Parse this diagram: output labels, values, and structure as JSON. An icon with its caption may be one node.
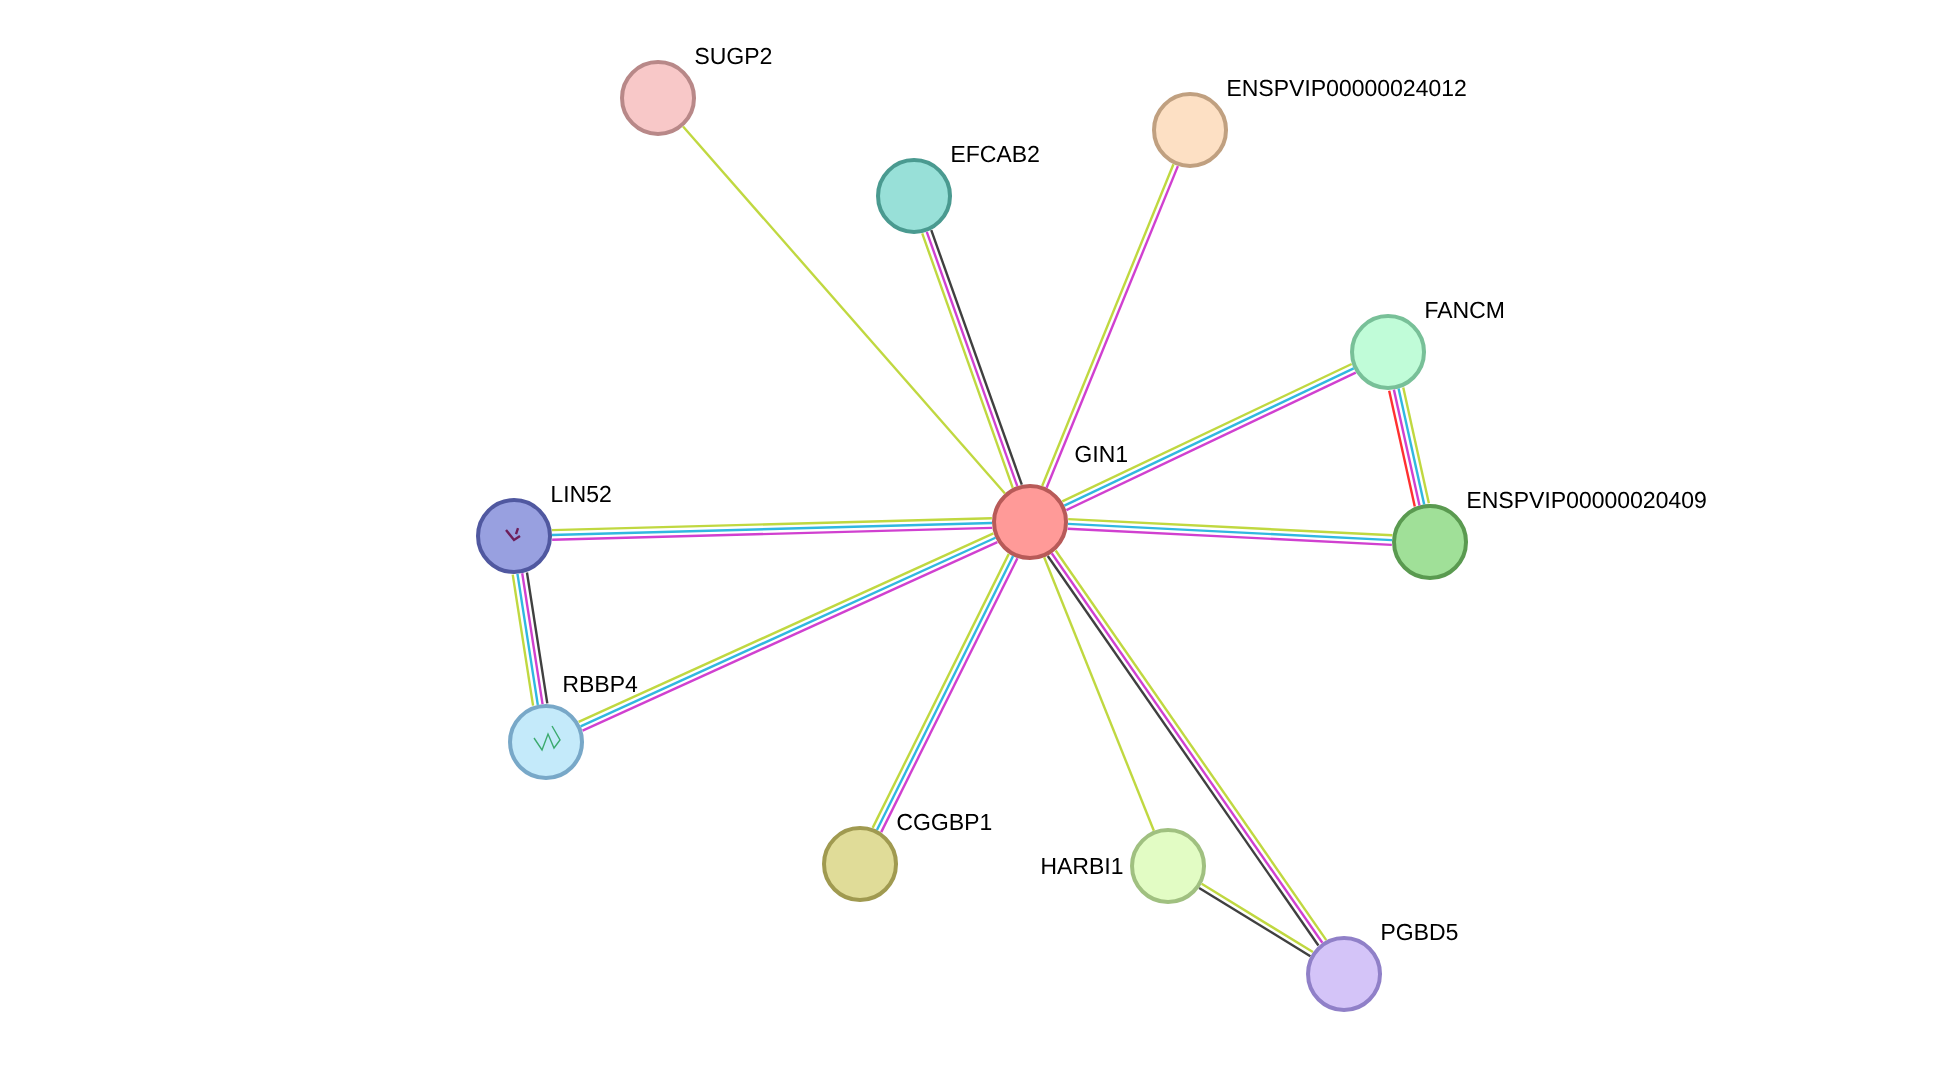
{
  "diagram": {
    "nodes": [
      {
        "text": [
          "GIN1"
        ]
      },
      {
        "text": [
          "SUGP2"
        ]
      },
      {
        "text": [
          "EFCAB2"
        ]
      },
      {
        "text": [
          "ENSPVIP00000024012"
        ]
      },
      {
        "text": [
          "FANCM"
        ]
      },
      {
        "text": [
          "ENSPVIP00000020409"
        ]
      },
      {
        "text": [
          "LIN52"
        ]
      },
      {
        "text": [
          "RBBP4"
        ]
      },
      {
        "text": [
          "CGGBP1"
        ]
      },
      {
        "text": [
          "HARBI1"
        ]
      },
      {
        "text": [
          "PGBD5"
        ]
      }
    ],
    "edges": [
      {
        "from": 0,
        "to": 1,
        "arrow": "none",
        "color": "#c0d840"
      },
      {
        "from": 0,
        "to": 2,
        "arrow": "none",
        "color": "#404040"
      },
      {
        "from": 0,
        "to": 2,
        "arrow": "none",
        "color": "#d040d0"
      },
      {
        "from": 0,
        "to": 2,
        "arrow": "none",
        "color": "#c0d840"
      },
      {
        "from": 0,
        "to": 3,
        "arrow": "none",
        "color": "#d040d0"
      },
      {
        "from": 0,
        "to": 3,
        "arrow": "none",
        "color": "#c0d840"
      },
      {
        "from": 0,
        "to": 4,
        "arrow": "none",
        "color": "#d040d0"
      },
      {
        "from": 0,
        "to": 4,
        "arrow": "none",
        "color": "#30b8e0"
      },
      {
        "from": 0,
        "to": 4,
        "arrow": "none",
        "color": "#c0d840"
      },
      {
        "from": 0,
        "to": 5,
        "arrow": "none",
        "color": "#d040d0"
      },
      {
        "from": 0,
        "to": 5,
        "arrow": "none",
        "color": "#30b8e0"
      },
      {
        "from": 0,
        "to": 5,
        "arrow": "none",
        "color": "#c0d840"
      },
      {
        "from": 0,
        "to": 6,
        "arrow": "none",
        "color": "#c0d840"
      },
      {
        "from": 0,
        "to": 6,
        "arrow": "none",
        "color": "#30b8e0"
      },
      {
        "from": 0,
        "to": 6,
        "arrow": "none",
        "color": "#d040d0"
      },
      {
        "from": 0,
        "to": 7,
        "arrow": "none",
        "color": "#c0d840"
      },
      {
        "from": 0,
        "to": 7,
        "arrow": "none",
        "color": "#30b8e0"
      },
      {
        "from": 0,
        "to": 7,
        "arrow": "none",
        "color": "#d040d0"
      },
      {
        "from": 0,
        "to": 8,
        "arrow": "none",
        "color": "#c0d840"
      },
      {
        "from": 0,
        "to": 8,
        "arrow": "none",
        "color": "#30b8e0"
      },
      {
        "from": 0,
        "to": 8,
        "arrow": "none",
        "color": "#d040d0"
      },
      {
        "from": 0,
        "to": 9,
        "arrow": "none",
        "color": "#c0d840"
      },
      {
        "from": 0,
        "to": 10,
        "arrow": "none",
        "color": "#404040"
      },
      {
        "from": 0,
        "to": 10,
        "arrow": "none",
        "color": "#d040d0"
      },
      {
        "from": 0,
        "to": 10,
        "arrow": "none",
        "color": "#c0d840"
      },
      {
        "from": 4,
        "to": 5,
        "arrow": "none",
        "color": "#ff3030"
      },
      {
        "from": 4,
        "to": 5,
        "arrow": "none",
        "color": "#d040d0"
      },
      {
        "from": 4,
        "to": 5,
        "arrow": "none",
        "color": "#30b8e0"
      },
      {
        "from": 4,
        "to": 5,
        "arrow": "none",
        "color": "#c0d840"
      },
      {
        "from": 6,
        "to": 7,
        "arrow": "none",
        "color": "#c0d840"
      },
      {
        "from": 6,
        "to": 7,
        "arrow": "none",
        "color": "#30b8e0"
      },
      {
        "from": 6,
        "to": 7,
        "arrow": "none",
        "color": "#d040d0"
      },
      {
        "from": 6,
        "to": 7,
        "arrow": "none",
        "color": "#404040"
      },
      {
        "from": 9,
        "to": 10,
        "arrow": "none",
        "color": "#404040"
      },
      {
        "from": 9,
        "to": 10,
        "arrow": "none",
        "color": "#c0d840"
      }
    ]
  }
}
